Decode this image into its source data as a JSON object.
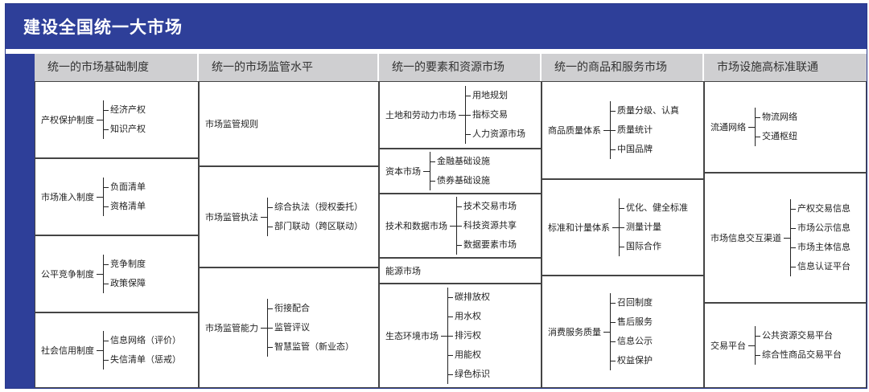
{
  "title": "建设全国统一大市场",
  "columns": [
    {
      "header": "统一的市场基础制度",
      "cells": [
        {
          "name": "产权保护制度",
          "children": [
            "经济产权",
            "知识产权"
          ]
        },
        {
          "name": "市场准入制度",
          "children": [
            "负面清单",
            "资格清单"
          ]
        },
        {
          "name": "公平竞争制度",
          "children": [
            "竞争制度",
            "政策保障"
          ]
        },
        {
          "name": "社会信用制度",
          "children": [
            "信息网络（评价）",
            "失信清单（惩戒）"
          ]
        }
      ]
    },
    {
      "header": "统一的市场监管水平",
      "cells": [
        {
          "name": "市场监管规则",
          "children": []
        },
        {
          "name": "市场监管执法",
          "children": [
            "综合执法（授权委托）",
            "部门联动（跨区联动）"
          ]
        },
        {
          "name": "市场监管能力",
          "children": [
            "衔接配合",
            "监管评议",
            "智慧监管（新业态）"
          ]
        }
      ]
    },
    {
      "header": "统一的要素和资源市场",
      "cells": [
        {
          "name": "土地和劳动力市场",
          "children": [
            "用地规划",
            "指标交易",
            "人力资源市场"
          ]
        },
        {
          "name": "资本市场",
          "children": [
            "金融基础设施",
            "债券基础设施"
          ]
        },
        {
          "name": "技术和数据市场",
          "children": [
            "技术交易市场",
            "科技资源共享",
            "数据要素市场"
          ]
        },
        {
          "name": "能源市场",
          "children": []
        },
        {
          "name": "生态环境市场",
          "children": [
            "碳排放权",
            "用水权",
            "排污权",
            "用能权",
            "绿色标识"
          ]
        }
      ]
    },
    {
      "header": "统一的商品和服务市场",
      "cells": [
        {
          "name": "商品质量体系",
          "children": [
            "质量分级、认真",
            "质量统计",
            "中国品牌"
          ]
        },
        {
          "name": "标准和计量体系",
          "children": [
            "优化、健全标准",
            "测量计量",
            "国际合作"
          ]
        },
        {
          "name": "消费服务质量",
          "children": [
            "召回制度",
            "售后服务",
            "信息公示",
            "权益保护"
          ]
        }
      ]
    },
    {
      "header": "市场设施高标准联通",
      "cells": [
        {
          "name": "流通网络",
          "children": [
            "物流网络",
            "交通枢纽"
          ]
        },
        {
          "name": "市场信息交互渠道",
          "children": [
            "产权交易信息",
            "市场公示信息",
            "市场主体信息",
            "信息认证平台"
          ]
        },
        {
          "name": "交易平台",
          "children": [
            "公共资源交易平台",
            "综合性商品交易平台"
          ]
        }
      ]
    }
  ]
}
